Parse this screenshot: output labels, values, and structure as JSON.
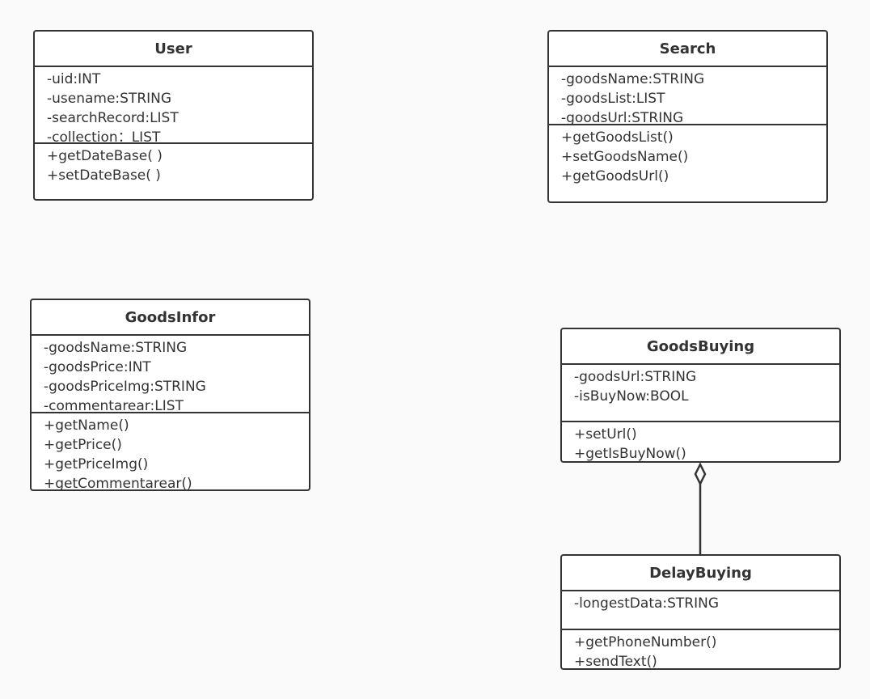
{
  "classes": {
    "user": {
      "name": "User",
      "attributes": [
        "-uid:INT",
        "-usename:STRING",
        "-searchRecord:LIST",
        "-collection：LIST"
      ],
      "methods": [
        "+getDateBase( )",
        "+setDateBase( )"
      ]
    },
    "search": {
      "name": "Search",
      "attributes": [
        "-goodsName:STRING",
        "-goodsList:LIST",
        "-goodsUrl:STRING"
      ],
      "methods": [
        "+getGoodsList()",
        "+setGoodsName()",
        "+getGoodsUrl()"
      ]
    },
    "goodsinfor": {
      "name": "GoodsInfor",
      "attributes": [
        "-goodsName:STRING",
        "-goodsPrice:INT",
        "-goodsPriceImg:STRING",
        "-commentarear:LIST"
      ],
      "methods": [
        "+getName()",
        "+getPrice()",
        "+getPriceImg()",
        "+getCommentarear()"
      ]
    },
    "goodsbuying": {
      "name": "GoodsBuying",
      "attributes": [
        "-goodsUrl:STRING",
        "-isBuyNow:BOOL"
      ],
      "methods": [
        "+setUrl()",
        "+getIsBuyNow()"
      ]
    },
    "delaybuying": {
      "name": "DelayBuying",
      "attributes": [
        "-longestData:STRING"
      ],
      "methods": [
        "+getPhoneNumber()",
        "+sendText()"
      ]
    }
  },
  "colors": {
    "stroke": "#333333",
    "background": "#fafafa",
    "box_fill": "#ffffff"
  }
}
